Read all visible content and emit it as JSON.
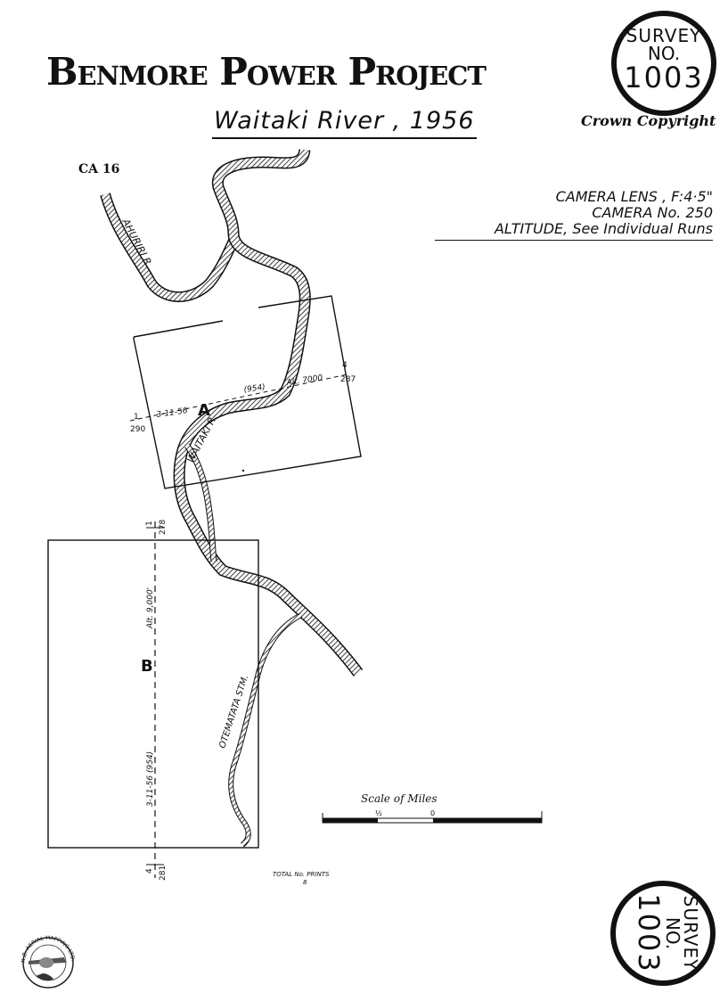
{
  "header": {
    "title": "Benmore Power Project",
    "subtitle": "Waitaki River , 1956",
    "copyright": "Crown Copyright",
    "sheet_code": "CA 16"
  },
  "stamp": {
    "line1": "SURVEY",
    "line2": "NO.",
    "number": "1003"
  },
  "camera": {
    "lens": "CAMERA LENS , F:4·5\"",
    "number": "CAMERA No. 250",
    "altitude": "ALTITUDE, See Individual Runs"
  },
  "rivers": {
    "ahuriri": "AHURIRI R.",
    "waitaki": "WAITAKI R.",
    "otematata": "OTEMATATA STM."
  },
  "run_a": {
    "label": "A",
    "date": "3-11-56",
    "lens_code": "(954)",
    "altitude": "Alt. 7000",
    "start_run": "1",
    "start_print": "290",
    "end_run": "4",
    "end_print": "287"
  },
  "run_b": {
    "label": "B",
    "date_code": "3-11-56 (954)",
    "altitude": "Alt. 9,000'",
    "start_run": "1",
    "start_print": "278",
    "end_run": "4",
    "end_print": "281"
  },
  "scale": {
    "label": "Scale of Miles",
    "tick_half": "½",
    "tick_zero": "0"
  },
  "prints": {
    "label": "TOTAL No. PRINTS",
    "value": "8"
  },
  "logo": {
    "text": "N.Z. AERIAL MAPPING LTD."
  }
}
